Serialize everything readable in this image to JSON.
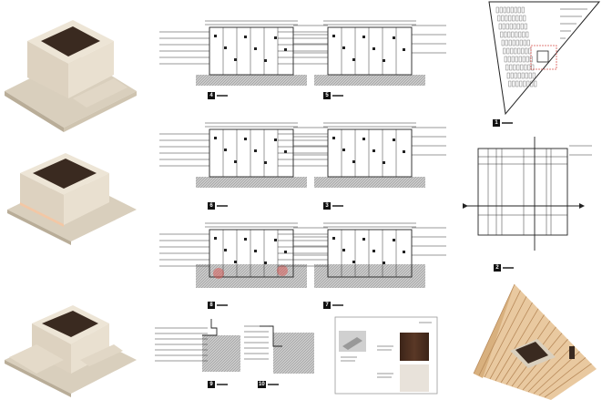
{
  "sheet": {
    "views": [
      {
        "id": "elev-a",
        "number": "4"
      },
      {
        "id": "elev-b",
        "number": "5"
      },
      {
        "id": "elev-c",
        "number": "6"
      },
      {
        "id": "elev-d",
        "number": "3"
      },
      {
        "id": "section-a",
        "number": "8"
      },
      {
        "id": "section-b",
        "number": "7"
      },
      {
        "id": "detail-a",
        "number": "9"
      },
      {
        "id": "detail-b",
        "number": "10"
      },
      {
        "id": "plan-overall",
        "number": "1"
      },
      {
        "id": "plan-enlarged",
        "number": "2"
      }
    ],
    "colors": {
      "model_body": "#e6dccb",
      "model_shadow": "#b9ad98",
      "interior": "#3a2a20",
      "ground_hatch": "#9a9a9a",
      "wood": "#4a2e1f",
      "stone": "#e8e2da",
      "highlight": "#d9534f"
    }
  }
}
